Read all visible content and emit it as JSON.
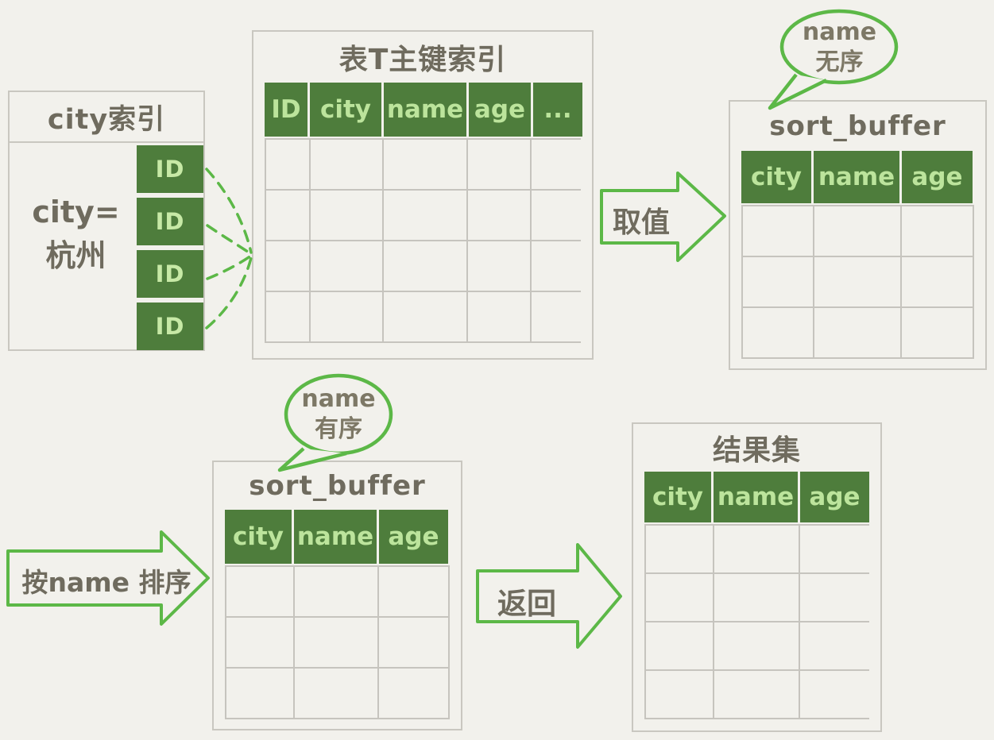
{
  "diagram": {
    "city_index": {
      "title": "city索引",
      "condition": [
        "city=",
        "杭州"
      ],
      "id_cells": [
        "ID",
        "ID",
        "ID",
        "ID"
      ]
    },
    "primary_key_index": {
      "title": "表T主键索引",
      "columns": [
        "ID",
        "city",
        "name",
        "age",
        "..."
      ],
      "empty_rows": 4
    },
    "sort_buffer_top": {
      "title": "sort_buffer",
      "columns": [
        "city",
        "name",
        "age"
      ],
      "empty_rows": 3
    },
    "sort_buffer_bottom": {
      "title": "sort_buffer",
      "columns": [
        "city",
        "name",
        "age"
      ],
      "empty_rows": 3
    },
    "result_set": {
      "title": "结果集",
      "columns": [
        "city",
        "name",
        "age"
      ],
      "empty_rows": 4
    },
    "arrows": {
      "fetch": "取值",
      "sort_by_name": "按name 排序",
      "return": "返回"
    },
    "bubbles": {
      "unordered": {
        "line1": "name",
        "line2": "无序"
      },
      "ordered": {
        "line1": "name",
        "line2": "有序"
      }
    },
    "colors": {
      "background": "#f2f1ec",
      "panel_border": "#c9c7c0",
      "grid_line": "#c6c4be",
      "header_fill": "#4e7d3c",
      "header_text": "#bce49c",
      "accent_green": "#5cb847",
      "text": "#6f6b5e"
    }
  }
}
